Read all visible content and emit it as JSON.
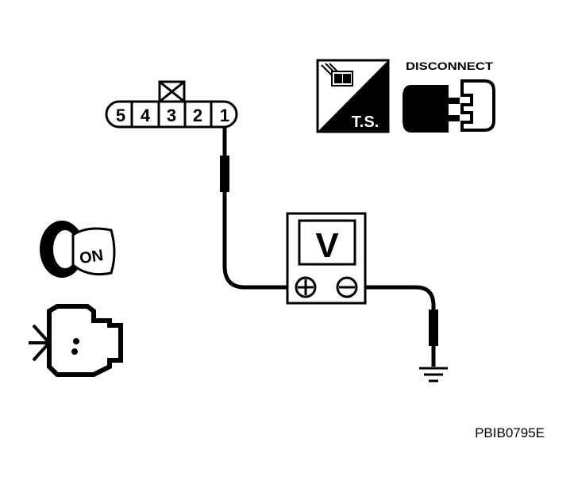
{
  "connector": {
    "pins": [
      "5",
      "4",
      "3",
      "2",
      "1"
    ],
    "unused_pin": "3",
    "measured_pin": "1"
  },
  "voltmeter": {
    "label": "V"
  },
  "ts_icon": {
    "label": "T.S."
  },
  "disconnect_icon": {
    "label": "DISCONNECT"
  },
  "ignition_key": {
    "label": "ON"
  },
  "figure_code": "PBIB0795E",
  "colors": {
    "ink": "#000000",
    "paper": "#ffffff"
  }
}
